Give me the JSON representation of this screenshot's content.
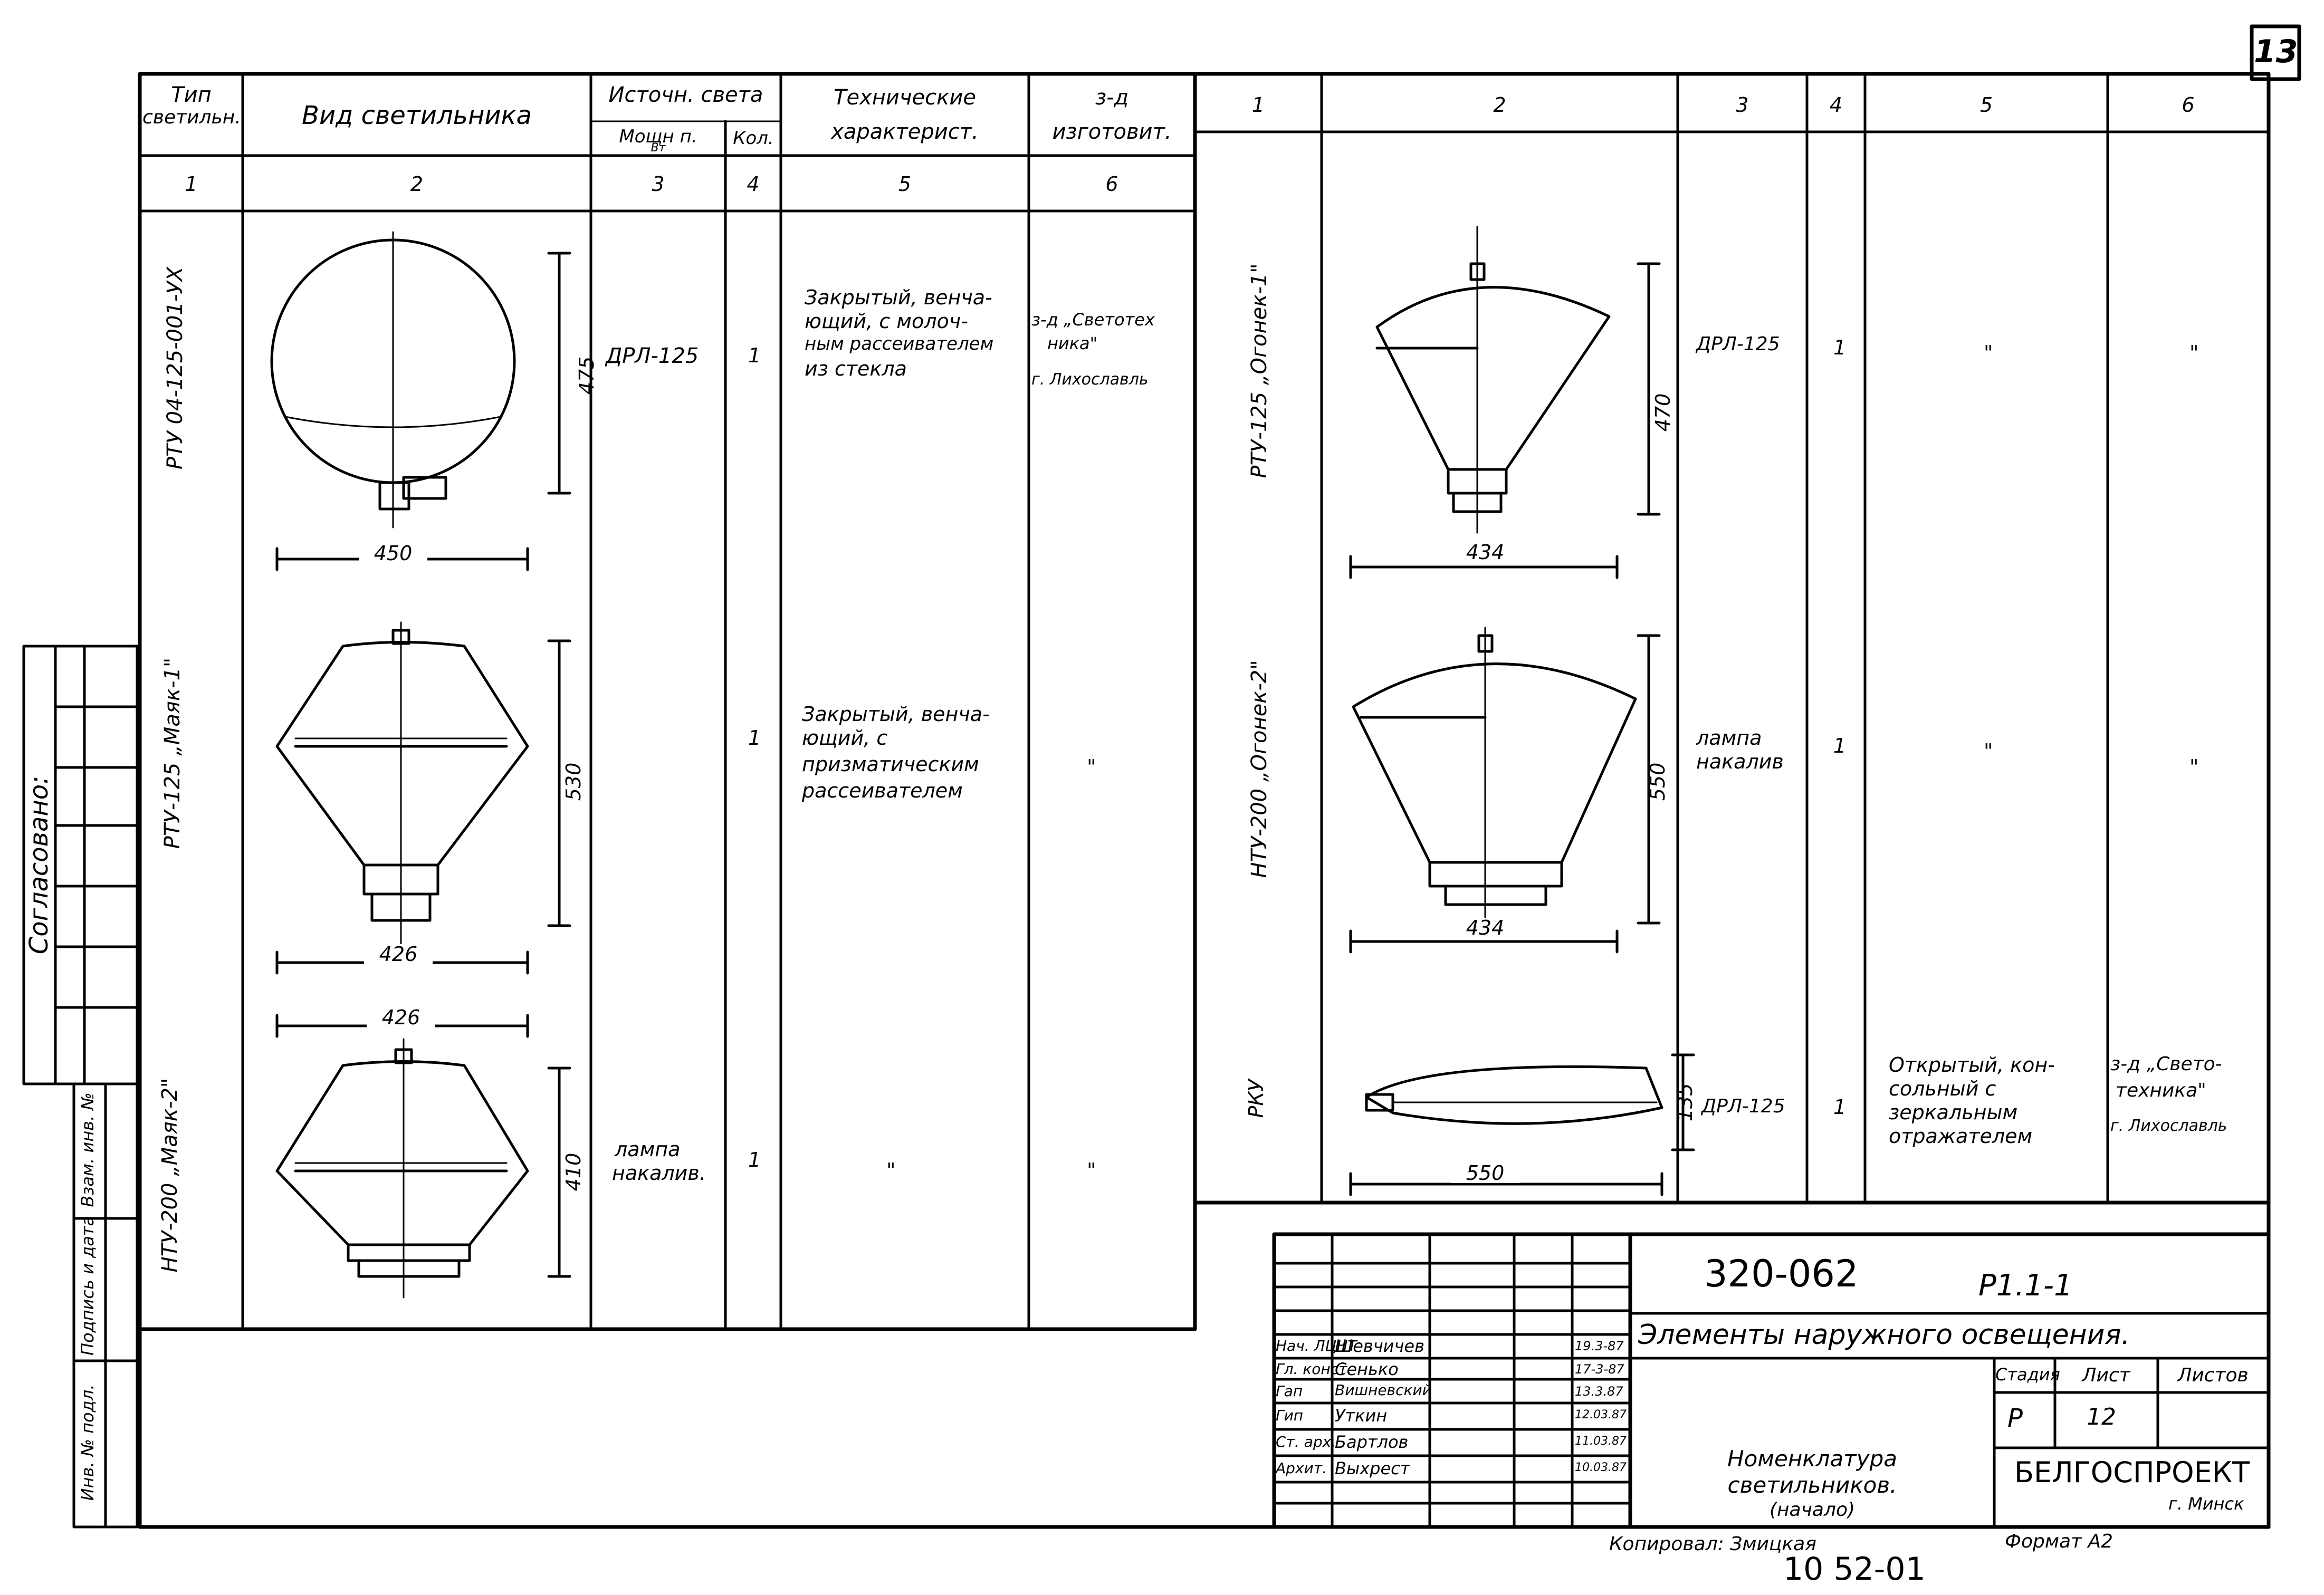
{
  "sheet_number": "13",
  "table_headers": {
    "type": "Тип светильн.",
    "type_l1": "Тип",
    "type_l2": "светильн.",
    "view": "Вид светильника",
    "source": "Источн. света",
    "power": "Мощн п. Вт",
    "power_l1": "Мощн п.",
    "power_l2": "Вт",
    "count": "Кол.",
    "tech_l1": "Технические",
    "tech_l2": "характерист.",
    "maker_l1": "з-д",
    "maker_l2": "изготовит."
  },
  "column_numbers": [
    "1",
    "2",
    "3",
    "4",
    "5",
    "6"
  ],
  "left_rows": [
    {
      "type": "РТУ 04-125-001-УХ",
      "source": "ДРЛ-125",
      "count": "1",
      "tech": [
        "Закрытый, венча-",
        "ющий, с молоч-",
        "ным рассеивателем",
        "из стекла"
      ],
      "maker": [
        "з-д „Светотех",
        "ника\"",
        "г. Лихославль"
      ],
      "dim_h": "475",
      "dim_w": "450"
    },
    {
      "type": "РТУ-125 „Маяк-1\"",
      "source": "",
      "count": "1",
      "tech": [
        "Закрытый, венча-",
        "ющий, с",
        "призматическим",
        "рассеивателем"
      ],
      "maker": [
        "\""
      ],
      "dim_h": "530",
      "dim_w": "426"
    },
    {
      "type": "НТУ-200 „Маяк-2\"",
      "source_l1": "лампа",
      "source_l2": "накалив.",
      "count": "1",
      "tech": [
        "\""
      ],
      "maker": [
        "\""
      ],
      "dim_h": "410",
      "dim_w": "426"
    }
  ],
  "right_rows": [
    {
      "type": "РТУ-125 „Огонек-1\"",
      "source": "ДРЛ-125",
      "count": "1",
      "tech": "\"",
      "maker": "\"",
      "dim_h": "470",
      "dim_w": "434"
    },
    {
      "type": "НТУ-200 „Огонек-2\"",
      "source_l1": "лампа",
      "source_l2": "накалив",
      "count": "1",
      "tech": "\"",
      "maker": "\"",
      "dim_h": "550",
      "dim_w": "434"
    },
    {
      "type": "РКУ",
      "source": "ДРЛ-125",
      "count": "1",
      "tech": [
        "Открытый, кон-",
        "сольный с",
        "зеркальным",
        "отражателем"
      ],
      "maker": [
        "з-д „Свето-",
        "техника\"",
        "г. Лихославль"
      ],
      "dim_h": "135",
      "dim_w": "550"
    }
  ],
  "side_stamp": {
    "agreed": "Согласовано:",
    "inv_podl": "Инв. № подл.",
    "sign_date": "Подпись и дата",
    "vzam": "Взам. инв. №"
  },
  "title_block": {
    "doc_code": "320-062",
    "sheet_code": "Р1.1-1",
    "project_title": "Элементы наружного освещения.",
    "drawing_title": [
      "Номенклатура",
      "светильников.",
      "(начало)"
    ],
    "stage_label": "Стадия",
    "sheet_label": "Лист",
    "sheets_label": "Листов",
    "stage": "Р",
    "sheet": "12",
    "org": "БЕЛГОСПРОЕКТ",
    "city": "г. Минск",
    "signatures": [
      {
        "role": "Нач. ЛЦНТ",
        "name": "Шевчичев",
        "date": "19.3-87"
      },
      {
        "role": "Гл. конст.",
        "name": "Сенько",
        "date": "17-3-87"
      },
      {
        "role": "Гап",
        "name": "Вишневский",
        "date": "13.3.87"
      },
      {
        "role": "Гип",
        "name": "Уткин",
        "date": "12.03.87"
      },
      {
        "role": "Ст. арх.",
        "name": "Бартлов",
        "date": "11.03.87"
      },
      {
        "role": "Архит.",
        "name": "Выхрест",
        "date": "10.03.87"
      }
    ]
  },
  "footer": {
    "copied": "Копировал: Змицкая",
    "format": "Формат А2",
    "inventory": "10 52-01"
  }
}
